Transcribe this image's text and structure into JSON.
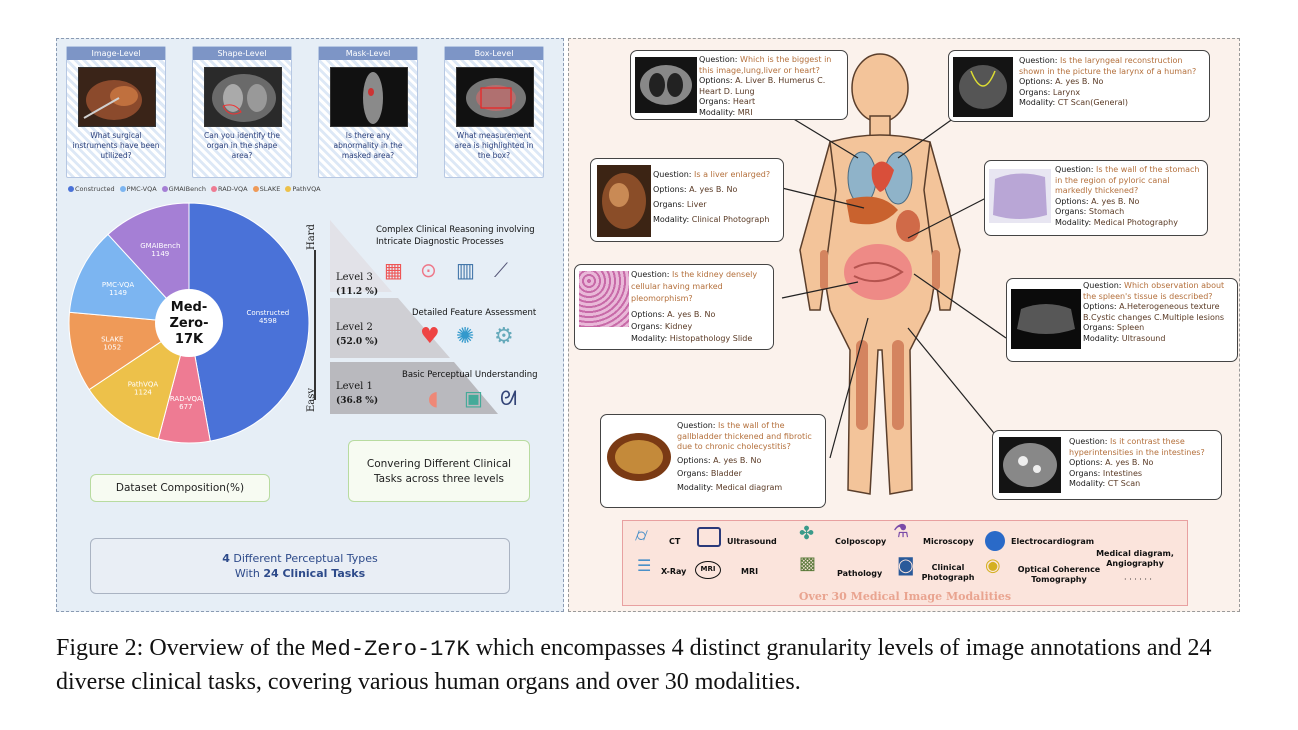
{
  "perceptual_cards": [
    {
      "header": "Image-Level",
      "question": "What surgical instruments have been utilized?"
    },
    {
      "header": "Shape-Level",
      "question": "Can you identify the organ in the shape area?"
    },
    {
      "header": "Mask-Level",
      "question": "Is there any abnormality in the masked area?"
    },
    {
      "header": "Box-Level",
      "question": "What measurement area is highlighted in the box?"
    }
  ],
  "legend": [
    "Constructed",
    "PMC-VQA",
    "GMAIBench",
    "RAD-VQA",
    "SLAKE",
    "PathVQA"
  ],
  "chart_data": {
    "type": "pie",
    "title": "Med-Zero-17K",
    "categories": [
      "Constructed",
      "RAD-VQA",
      "PathVQA",
      "SLAKE",
      "PMC-VQA",
      "GMAIBench"
    ],
    "values": [
      4598,
      677,
      1124,
      1052,
      1149,
      1149
    ],
    "labels": [
      "4598",
      "677",
      "1124",
      "1052",
      "1149",
      "1149"
    ],
    "colors": [
      "#4a72d8",
      "#ee7b93",
      "#edc14a",
      "#ef9a58",
      "#7cb5f1",
      "#a57fd5"
    ]
  },
  "pie_center": {
    "line1": "Med-",
    "line2": "Zero-17K"
  },
  "difficulty": {
    "hard": "Hard",
    "easy": "Easy",
    "levels": [
      {
        "name": "Level 3",
        "pct": "(11.2 %)",
        "desc": "Complex Clinical Reasoning involving Intricate Diagnostic Processes"
      },
      {
        "name": "Level 2",
        "pct": "(52.0 %)",
        "desc": "Detailed Feature Assessment"
      },
      {
        "name": "Level 1",
        "pct": "(36.8 %)",
        "desc": "Basic Perceptual Understanding"
      }
    ]
  },
  "boxes": {
    "clinical_tasks": "Convering Different Clinical Tasks across three levels",
    "composition": "Dataset Composition(%)",
    "perceptual_line1_num": "4",
    "perceptual_line1_text": " Different Perceptual Types",
    "perceptual_line2_pre": "With ",
    "perceptual_line2_num": "24",
    "perceptual_line2_text": " Clinical Tasks"
  },
  "qa_cards": [
    {
      "question": "Which is the biggest in this image,lung,liver or heart?",
      "options": "A. Liver  B. Humerus C. Heart D. Lung",
      "organs": "Heart",
      "modality": "MRI"
    },
    {
      "question": "Is the laryngeal reconstruction shown in the picture the larynx of a human?",
      "options": "A. yes   B. No",
      "organs": "Larynx",
      "modality": "CT Scan(General)"
    },
    {
      "question": "Is a liver enlarged?",
      "options": "A. yes   B. No",
      "organs": "Liver",
      "modality": "Clinical Photograph"
    },
    {
      "question": "Is the wall of the stomach in the region of pyloric canal markedly thickened?",
      "options": "A. yes   B. No",
      "organs": "Stomach",
      "modality": "Medical Photography"
    },
    {
      "question": "Is the kidney densely cellular having marked pleomorphism?",
      "options": "A. yes   B. No",
      "organs": "Kidney",
      "modality": "Histopathology Slide"
    },
    {
      "question": "Which observation  about the spleen's tissue is described?",
      "options": "A.Heterogeneous texture B.Cystic changes C.Multiple lesions",
      "organs": "Spleen",
      "modality": "Ultrasound"
    },
    {
      "question": "Is the wall of the gallbladder thickened and fibrotic due to chronic cholecystitis?",
      "options": "A. yes   B. No",
      "organs": "Bladder",
      "modality": "Medical diagram"
    },
    {
      "question": "Is it contrast these hyperintensities in the intestines?",
      "options": "A. yes   B. No",
      "organs": "Intestines",
      "modality": "CT Scan"
    }
  ],
  "field_labels": {
    "question": "Question:",
    "options": "Options:",
    "organs": "Organs:",
    "modality": "Modality:"
  },
  "modalities": {
    "ct": "CT",
    "ultrasound": "Ultrasound",
    "colposcopy": "Colposcopy",
    "microscopy": "Microscopy",
    "ecg": "Electrocardiogram",
    "xray": "X-Ray",
    "mri_icon": "MRI",
    "mri": "MRI",
    "pathology": "Pathology",
    "clinical": "Clinical Photograph",
    "oct": "Optical Coherence Tomography",
    "diagram": "Medical diagram, Angiography",
    "dots": "· · · · · ·",
    "title": "Over 30 Medical Image Modalities"
  },
  "caption": {
    "pre": "Figure 2: Overview of the ",
    "mono": "Med-Zero-17K",
    "post": " which encompasses 4 distinct granularity levels of image annotations and 24 diverse clinical tasks, covering various human organs and over 30 modalities."
  }
}
